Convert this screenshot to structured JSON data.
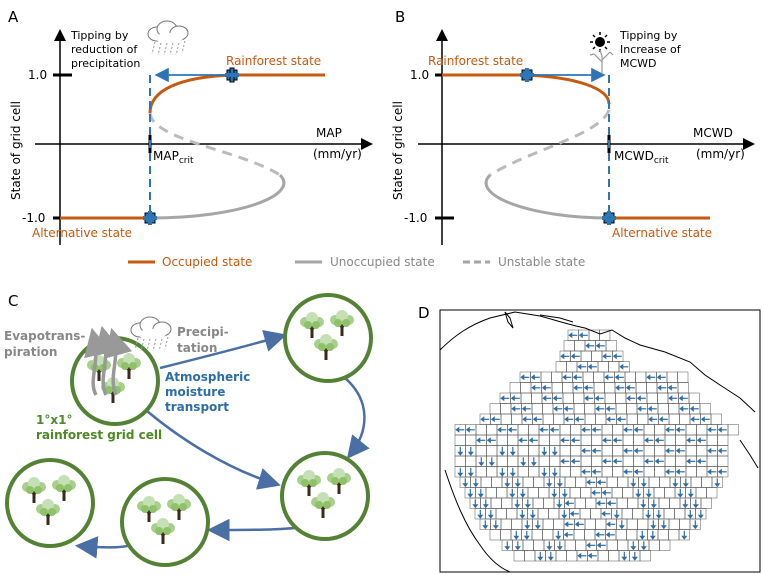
{
  "panels": {
    "A": {
      "letter": "A",
      "ylabel": "State of grid cell",
      "ytick_top": "1.0",
      "ytick_bottom": "-1.0",
      "xlabel": "MAP",
      "xunit": "(mm/yr)",
      "crit_main": "MAP",
      "crit_sub": "crit",
      "tipping_lines": [
        "Tipping by",
        "reduction of",
        "precipitation"
      ],
      "upper_state": "Rainforest state",
      "lower_state": "Alternative state",
      "icon": "rain-cloud-icon"
    },
    "B": {
      "letter": "B",
      "ylabel": "State of grid cell",
      "ytick_top": "1.0",
      "ytick_bottom": "-1.0",
      "xlabel": "MCWD",
      "xunit": "(mm/yr)",
      "crit_main": "MCWD",
      "crit_sub": "crit",
      "tipping_lines": [
        "Tipping by",
        "Increase of",
        "MCWD"
      ],
      "upper_state": "Rainforest state",
      "lower_state": "Alternative state",
      "icon": "sun-dead-tree-icon"
    },
    "C": {
      "letter": "C",
      "evapo_lines": [
        "Evapotrans-",
        "piration"
      ],
      "precip_lines": [
        "Precipi-",
        "tation"
      ],
      "transport_lines": [
        "Atmospheric",
        "moisture",
        "transport"
      ],
      "cell_lines": [
        "1°x1°",
        "rainforest grid cell"
      ],
      "icon": "tree-cluster-icon"
    },
    "D": {
      "letter": "D",
      "icon": "moisture-flow-map-icon"
    }
  },
  "legend": {
    "occupied": "Occupied state",
    "unoccupied": "Unoccupied state",
    "unstable": "Unstable state"
  },
  "colors": {
    "occupied": "#c55a11",
    "unoccupied": "#a6a6a6",
    "arrow": "#2e75b6",
    "tree_ring": "#548235",
    "flow_arrow": "#4a6fa5",
    "map_arrow": "#2e6ea6"
  }
}
